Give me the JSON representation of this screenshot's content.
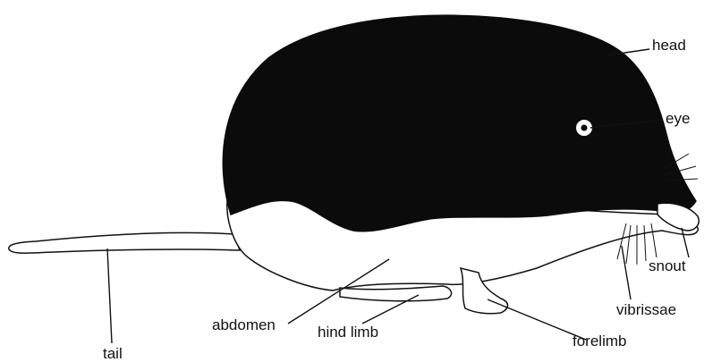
{
  "diagram": {
    "labels": {
      "head": "head",
      "eye": "eye",
      "snout": "snout",
      "vibrissae": "vibrissae",
      "forelimb": "forelimb",
      "hind_limb": "hind limb",
      "abdomen": "abdomen",
      "tail": "tail"
    },
    "colors": {
      "fur_dark": "#0b0b0b",
      "fur_light": "#ffffff",
      "ink": "#111111"
    }
  }
}
